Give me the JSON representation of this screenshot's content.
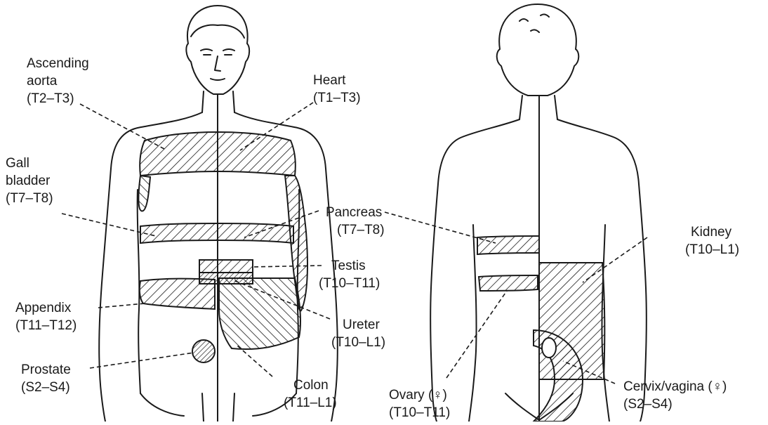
{
  "labels": {
    "ascending_aorta": {
      "name_line1": "Ascending",
      "name_line2": "aorta",
      "segments": "(T2–T3)"
    },
    "heart": {
      "name": "Heart",
      "segments": "(T1–T3)"
    },
    "gall_bladder": {
      "name_line1": "Gall",
      "name_line2": "bladder",
      "segments": "(T7–T8)"
    },
    "pancreas": {
      "name": "Pancreas",
      "segments": "(T7–T8)"
    },
    "kidney": {
      "name": "Kidney",
      "segments": "(T10–L1)"
    },
    "testis": {
      "name": "Testis",
      "segments": "(T10–T11)"
    },
    "appendix": {
      "name": "Appendix",
      "segments": "(T11–T12)"
    },
    "ureter": {
      "name": "Ureter",
      "segments": "(T10–L1)"
    },
    "prostate": {
      "name": "Prostate",
      "segments": "(S2–S4)"
    },
    "colon": {
      "name": "Colon",
      "segments": "(T11–L1)"
    },
    "ovary": {
      "name": "Ovary (♀)",
      "segments": "(T10–T11)"
    },
    "cervix_vagina": {
      "name": "Cervix/vagina (♀)",
      "segments": "(S2–S4)"
    }
  },
  "colors": {
    "ink": "#1a1a1a",
    "background": "#ffffff"
  }
}
